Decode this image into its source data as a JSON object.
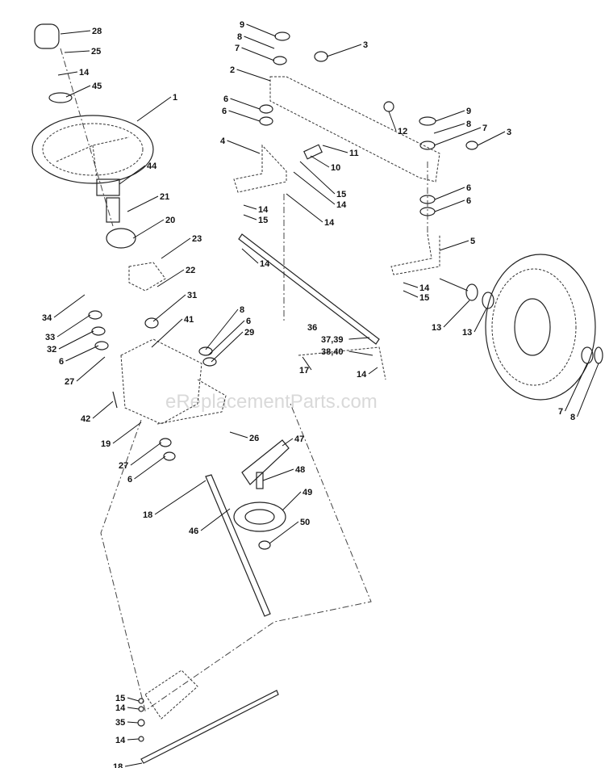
{
  "watermark": "eReplacementParts.com",
  "callouts": [
    "28",
    "25",
    "14",
    "45",
    "1",
    "44",
    "21",
    "20",
    "23",
    "22",
    "31",
    "34",
    "33",
    "32",
    "6",
    "27",
    "41",
    "8",
    "6",
    "29",
    "42",
    "19",
    "26",
    "27",
    "6",
    "18",
    "46",
    "47",
    "48",
    "49",
    "50",
    "9",
    "8",
    "7",
    "3",
    "2",
    "6",
    "6",
    "4",
    "12",
    "11",
    "10",
    "9",
    "8",
    "7",
    "3",
    "15",
    "14",
    "6",
    "6",
    "14",
    "14",
    "15",
    "5",
    "14",
    "14",
    "15",
    "13",
    "13",
    "36",
    "37,39",
    "38,40",
    "17",
    "14",
    "7",
    "8",
    "15",
    "14",
    "35",
    "14",
    "18"
  ]
}
